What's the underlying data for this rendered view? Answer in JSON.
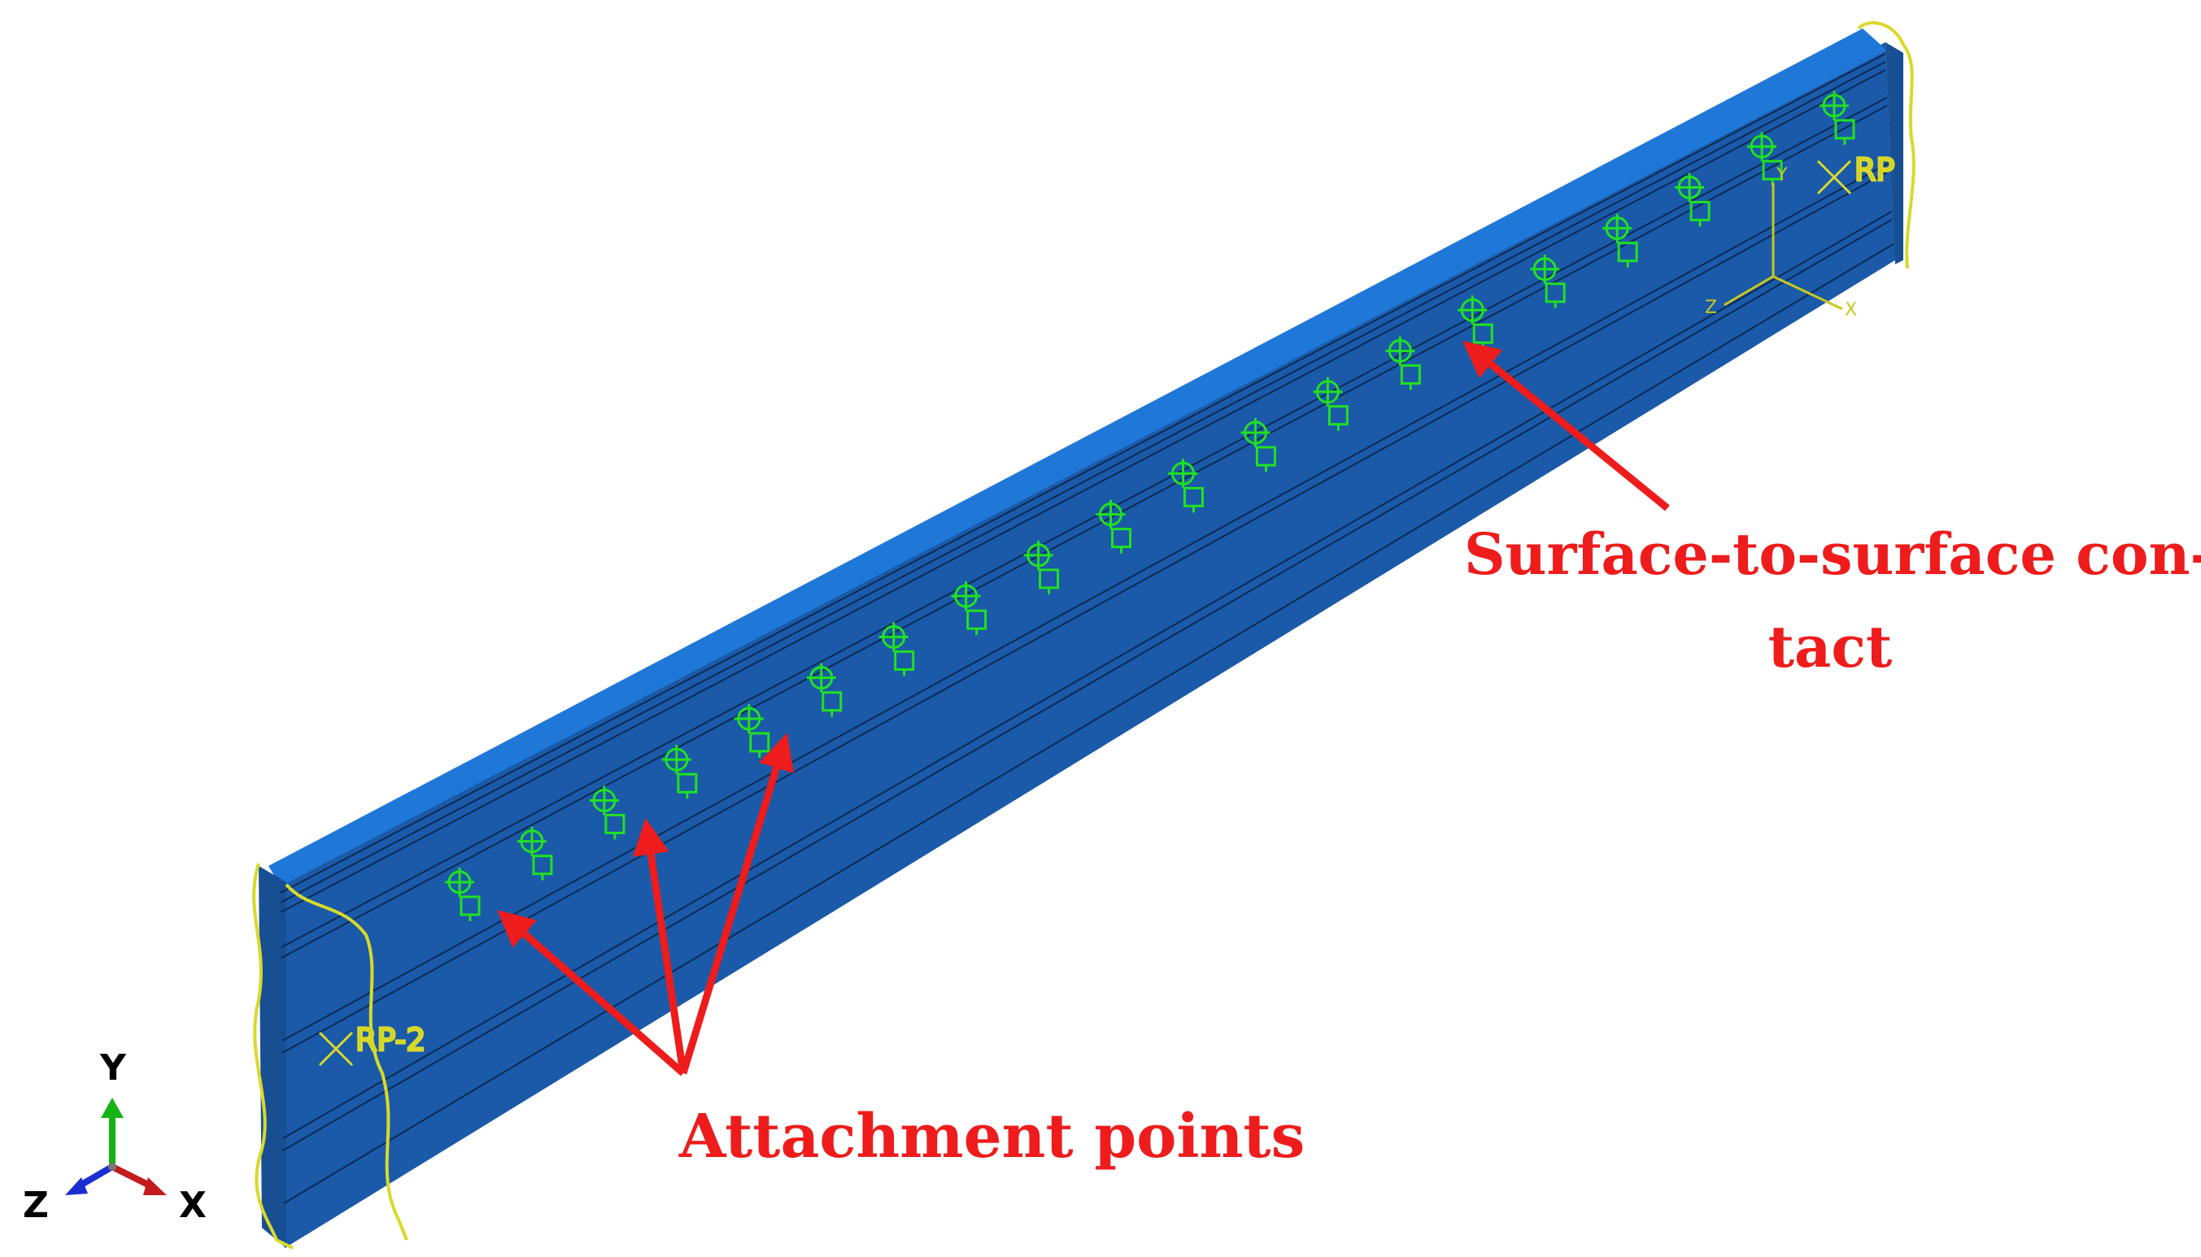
{
  "figure": {
    "reference_points": {
      "near_end": "RP-2",
      "far_end": "RP"
    },
    "local_csys_labels": [
      "Y",
      "Z",
      "X"
    ],
    "annotations": {
      "surface_contact_line1": "Surface-to-surface con-",
      "surface_contact_line2": "tact",
      "attachment_points": "Attachment points"
    },
    "global_triad": {
      "y_label": "Y",
      "z_label": "Z",
      "x_label": "X"
    },
    "colors": {
      "beam_top": "#1f78d8",
      "beam_side": "#1a5aa8",
      "beam_end": "#184f93",
      "attachment_marker": "#22e022",
      "end_constraint": "#d9d92a",
      "callout_text": "#ee1c1c",
      "axis_y": "#16b316",
      "axis_z": "#1c2fd0",
      "axis_x": "#c21c1c"
    },
    "attachment_point_count": 20
  }
}
